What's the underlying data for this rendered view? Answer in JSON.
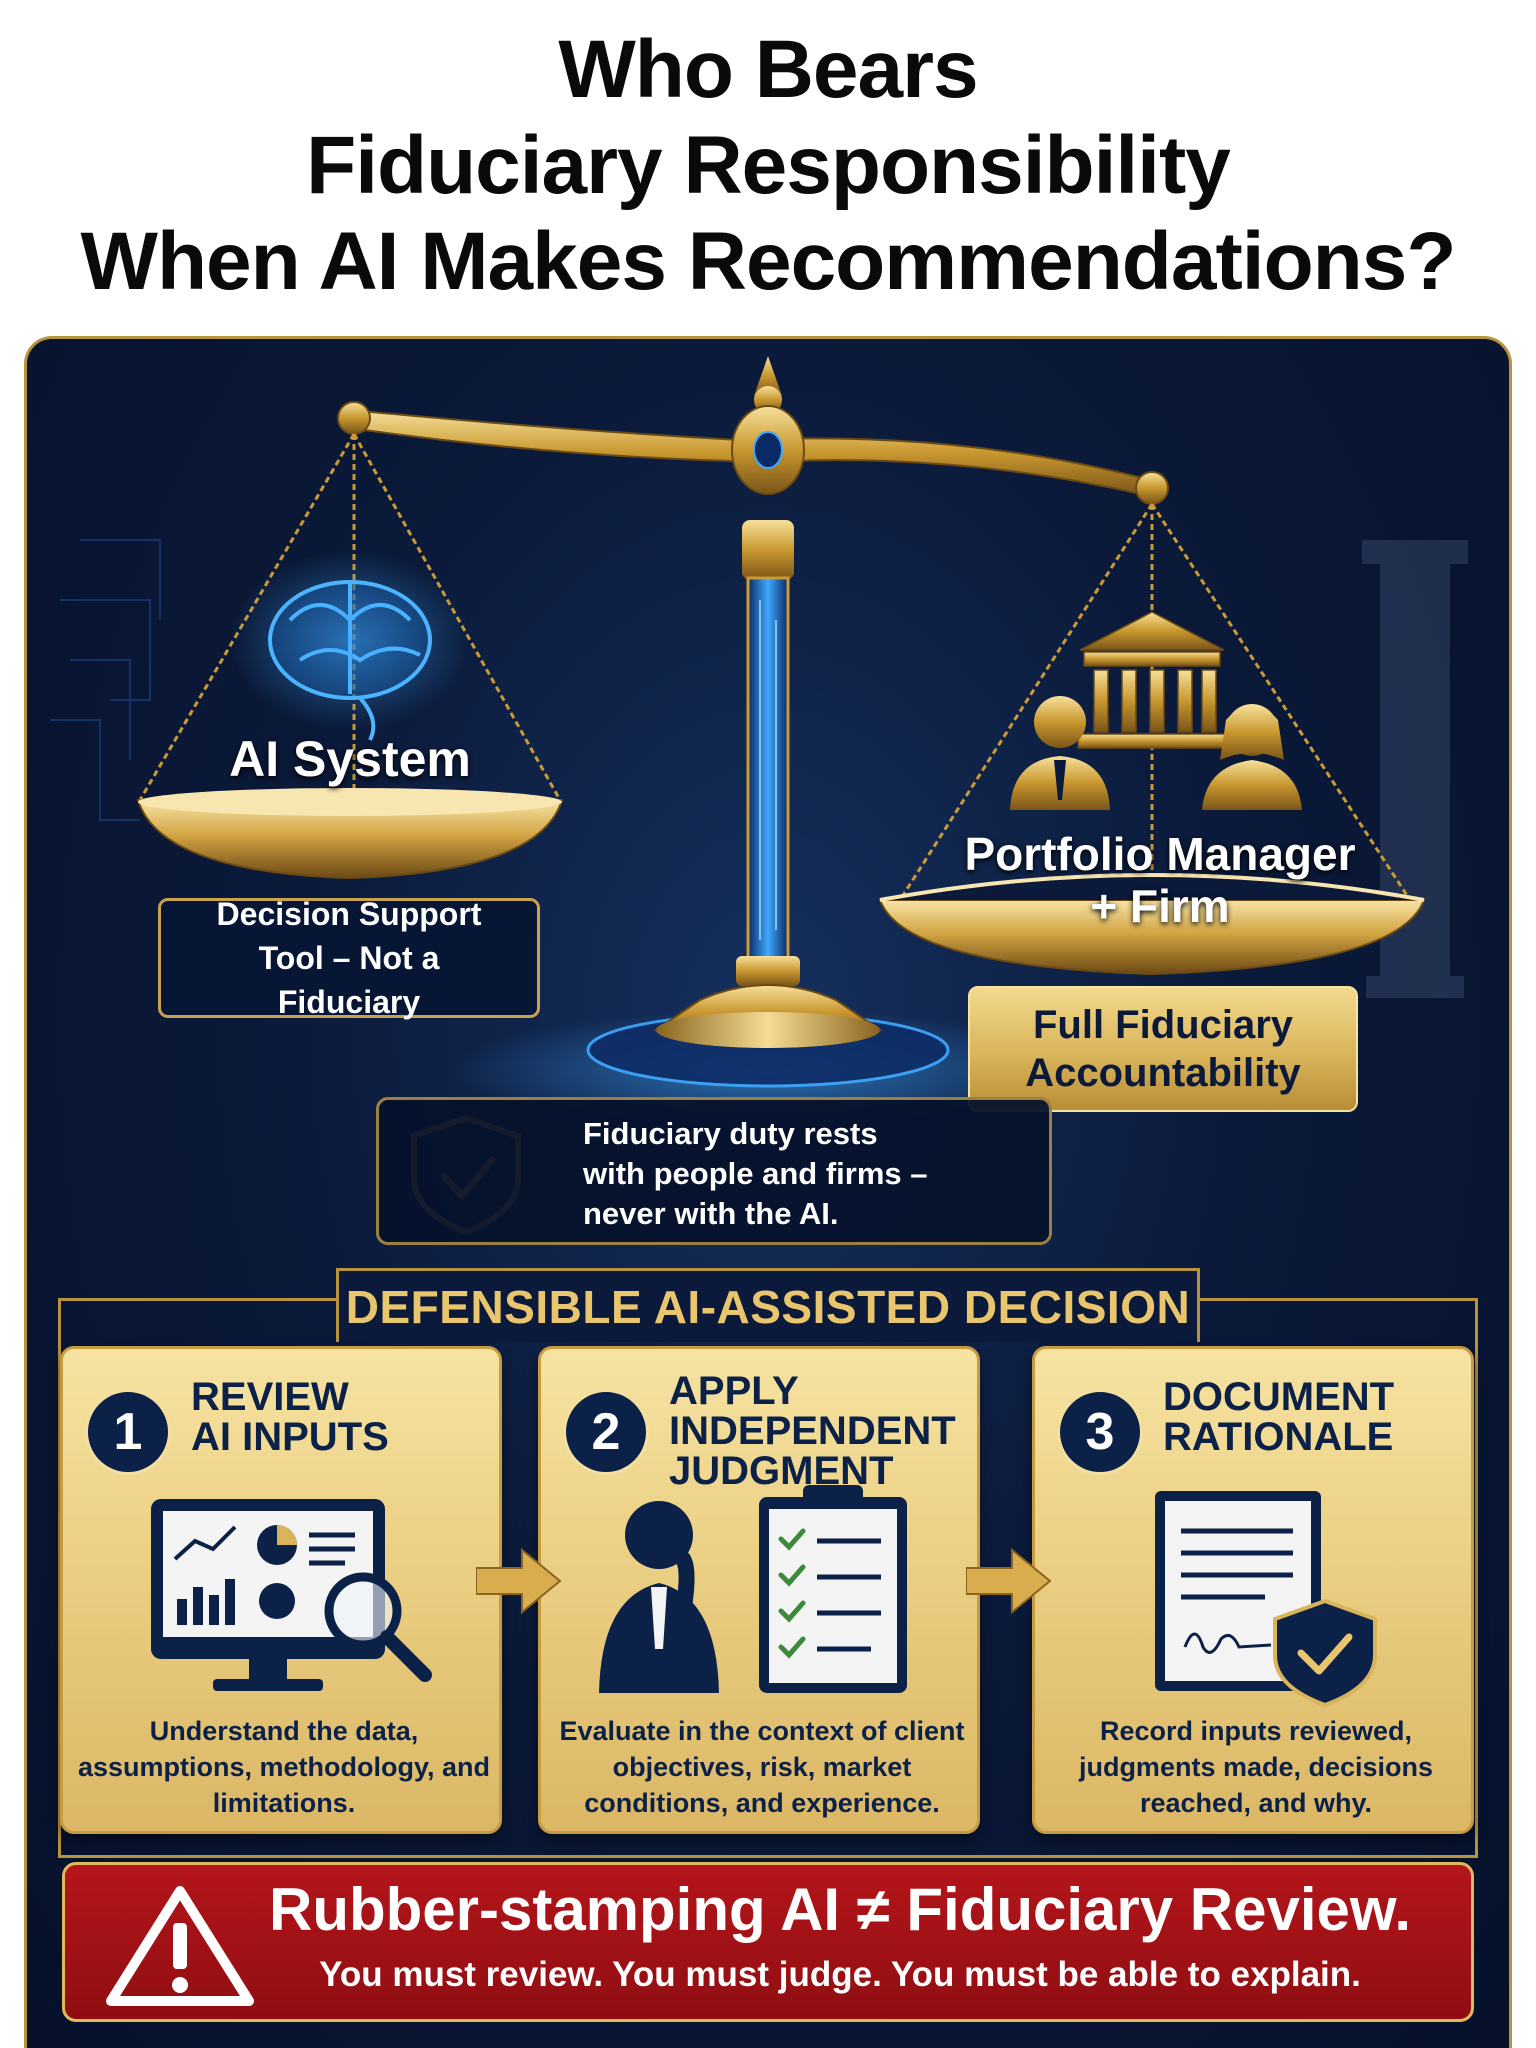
{
  "title": {
    "lines": [
      "Who Bears",
      "Fiduciary Responsibility",
      "When AI Makes Recommendations?"
    ]
  },
  "scale": {
    "left": {
      "label": "AI System",
      "box": "Decision Support Tool – Not a Fiduciary"
    },
    "right": {
      "label_lines": [
        "Portfolio Manager",
        "+ Firm"
      ],
      "box_lines": [
        "Full Fiduciary",
        "Accountability"
      ]
    },
    "note": "Fiduciary duty rests with people and firms – never with the AI."
  },
  "section": {
    "title": "DEFENSIBLE AI-ASSISTED DECISION",
    "steps": [
      {
        "number": "1",
        "title_lines": [
          "REVIEW",
          "AI INPUTS"
        ],
        "description": "Understand the data, assumptions, methodology, and limitations."
      },
      {
        "number": "2",
        "title_lines": [
          "APPLY",
          "INDEPENDENT",
          "JUDGMENT"
        ],
        "description": "Evaluate in the context of client objectives, risk, market conditions, and experience."
      },
      {
        "number": "3",
        "title_lines": [
          "DOCUMENT",
          "RATIONALE"
        ],
        "description": "Record inputs reviewed, judgments made, decisions reached, and why."
      }
    ]
  },
  "warning": {
    "title": "Rubber-stamping AI ≠ Fiduciary Review.",
    "subtitle": "You must review. You must judge. You must be able to explain."
  },
  "colors": {
    "navy": "#0b1a3a",
    "gold": "#c9a24e",
    "warning_red": "#a81217",
    "ai_blue": "#3fa9ff"
  },
  "icons": [
    "brain-icon",
    "bank-building-icon",
    "person-icon",
    "shield-check-icon",
    "monitor-chart-icon",
    "magnifier-icon",
    "thinking-person-icon",
    "clipboard-checklist-icon",
    "document-signature-icon",
    "warning-triangle-icon",
    "arrow-right-icon"
  ]
}
